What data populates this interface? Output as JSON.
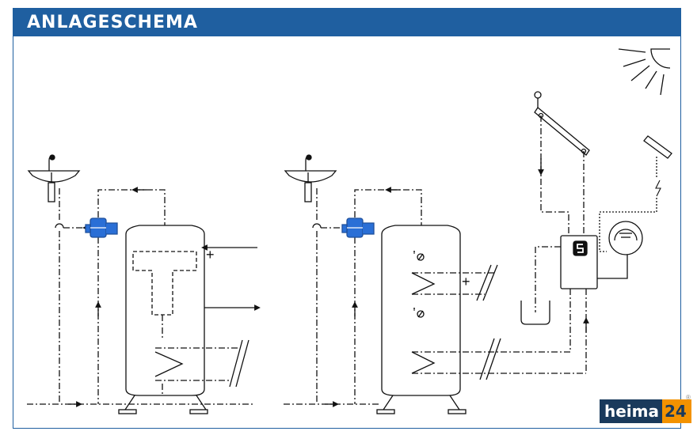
{
  "header": {
    "title": "ANLAGESCHEMA"
  },
  "symbols": {
    "plus": "+",
    "controller_glyph": "S"
  },
  "logo": {
    "part1": "heima",
    "part2": "24",
    "registered": "®"
  },
  "colors": {
    "brand_blue": "#1f5fa0",
    "valve_blue": "#2a6fd6",
    "logo_dark": "#1a3a5c",
    "logo_orange": "#f39200"
  }
}
